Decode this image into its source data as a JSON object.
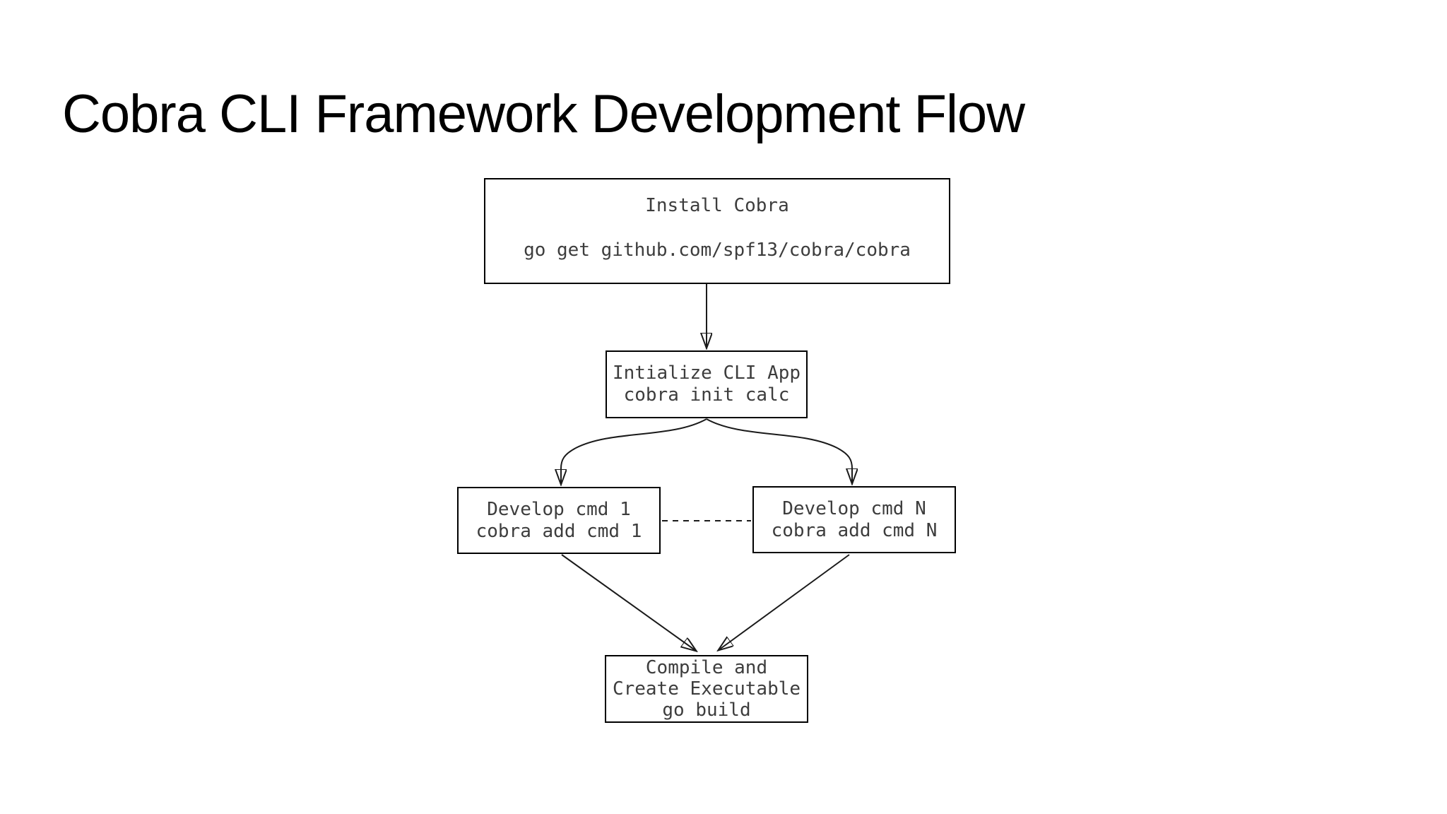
{
  "page": {
    "title": "Cobra CLI Framework Development Flow",
    "background_color": "#ffffff"
  },
  "diagram": {
    "type": "flowchart",
    "colors": {
      "box_border": "#000000",
      "box_text": "#3d3d3d",
      "title_text": "#000000",
      "connector": "#1a1a1a"
    },
    "nodes": {
      "install": {
        "line1": "Install Cobra",
        "line2": "go get github.com/spf13/cobra/cobra"
      },
      "initialize": {
        "line1": "Intialize CLI App",
        "line2": "cobra init calc"
      },
      "develop1": {
        "line1": "Develop cmd 1",
        "line2": "cobra add cmd 1"
      },
      "developN": {
        "line1": "Develop cmd N",
        "line2": "cobra add cmd N"
      },
      "compile": {
        "line1": "Compile and",
        "line2": "Create Executable",
        "line3": "go build"
      }
    },
    "edges": [
      {
        "from": "install",
        "to": "initialize",
        "style": "solid-arrow"
      },
      {
        "from": "initialize",
        "to": "develop1",
        "style": "curved-arrow"
      },
      {
        "from": "initialize",
        "to": "developN",
        "style": "curved-arrow"
      },
      {
        "from": "develop1",
        "to": "developN",
        "style": "dashed-line"
      },
      {
        "from": "develop1",
        "to": "compile",
        "style": "solid-arrow"
      },
      {
        "from": "developN",
        "to": "compile",
        "style": "solid-arrow"
      }
    ]
  }
}
